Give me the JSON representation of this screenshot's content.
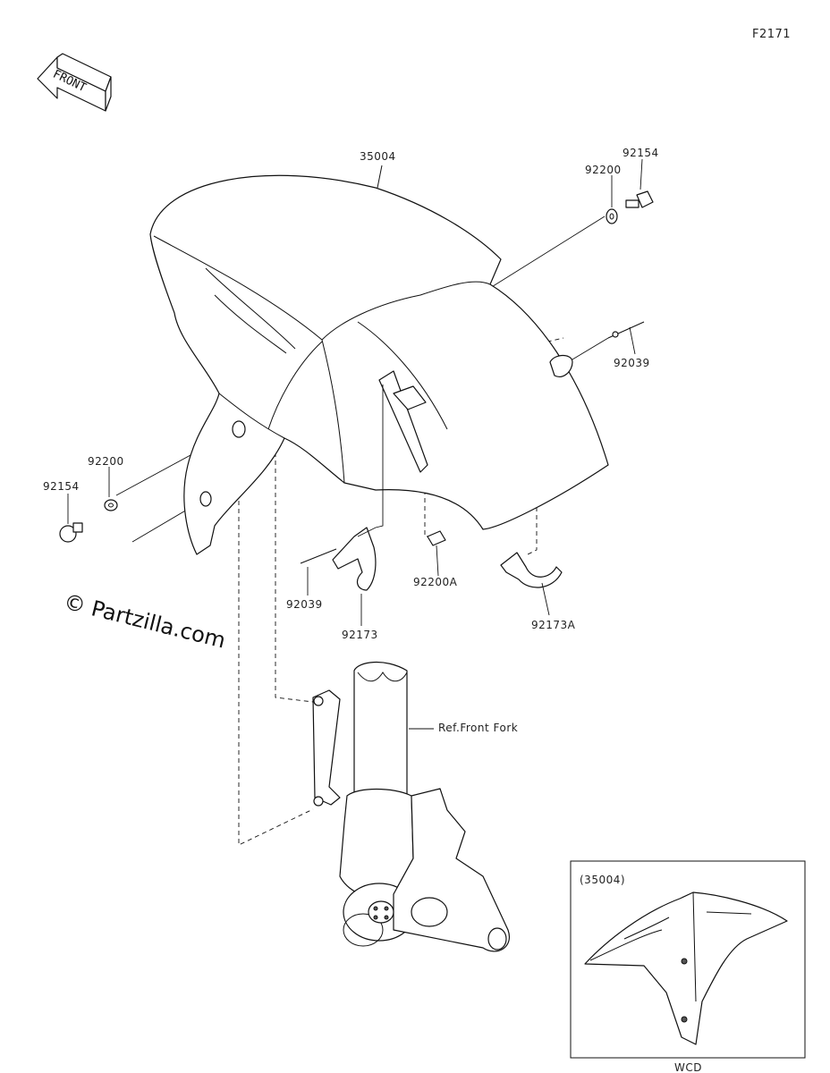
{
  "diagram_code": "F2171",
  "front_arrow_label": "FRONT",
  "watermark": "© Partzilla.com",
  "parts": {
    "fender": "35004",
    "washer_right": "92200",
    "bolt_right": "92154",
    "washer_left": "92200",
    "bolt_left": "92154",
    "clamp_pin_right": "92039",
    "clamp_pin_left": "92039",
    "clamp_left": "92173",
    "clip_center": "92200A",
    "clamp_right": "92173A"
  },
  "ref_front_fork": "Ref.Front Fork",
  "inset": {
    "title": "(35004)",
    "caption": "WCD"
  }
}
